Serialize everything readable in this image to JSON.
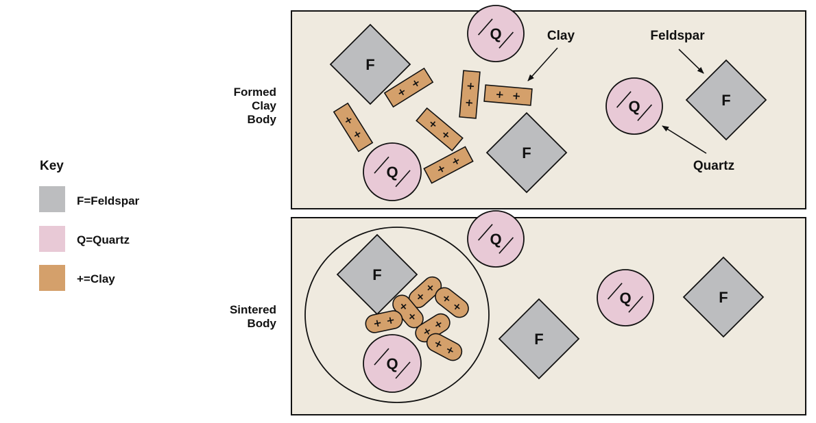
{
  "key": {
    "title": "Key",
    "items": [
      {
        "label": "F=Feldspar",
        "color": "#bcbdbf"
      },
      {
        "label": "Q=Quartz",
        "color": "#e8c9d6"
      },
      {
        "label": "+=Clay",
        "color": "#d4a06b"
      }
    ]
  },
  "panels": {
    "formed": {
      "label_lines": [
        "Formed",
        "Clay",
        "Body"
      ]
    },
    "sintered": {
      "label_lines": [
        "Sintered",
        "Body"
      ]
    }
  },
  "callouts": {
    "clay": "Clay",
    "feldspar": "Feldspar",
    "quartz": "Quartz"
  },
  "glyphs": {
    "feldspar": "F",
    "quartz": "Q",
    "clay_plus": "+"
  },
  "colors": {
    "panel_bg": "#efeadf",
    "feldspar": "#bcbdbf",
    "quartz": "#e8c9d6",
    "clay": "#d4a06b",
    "outline": "#111111"
  }
}
